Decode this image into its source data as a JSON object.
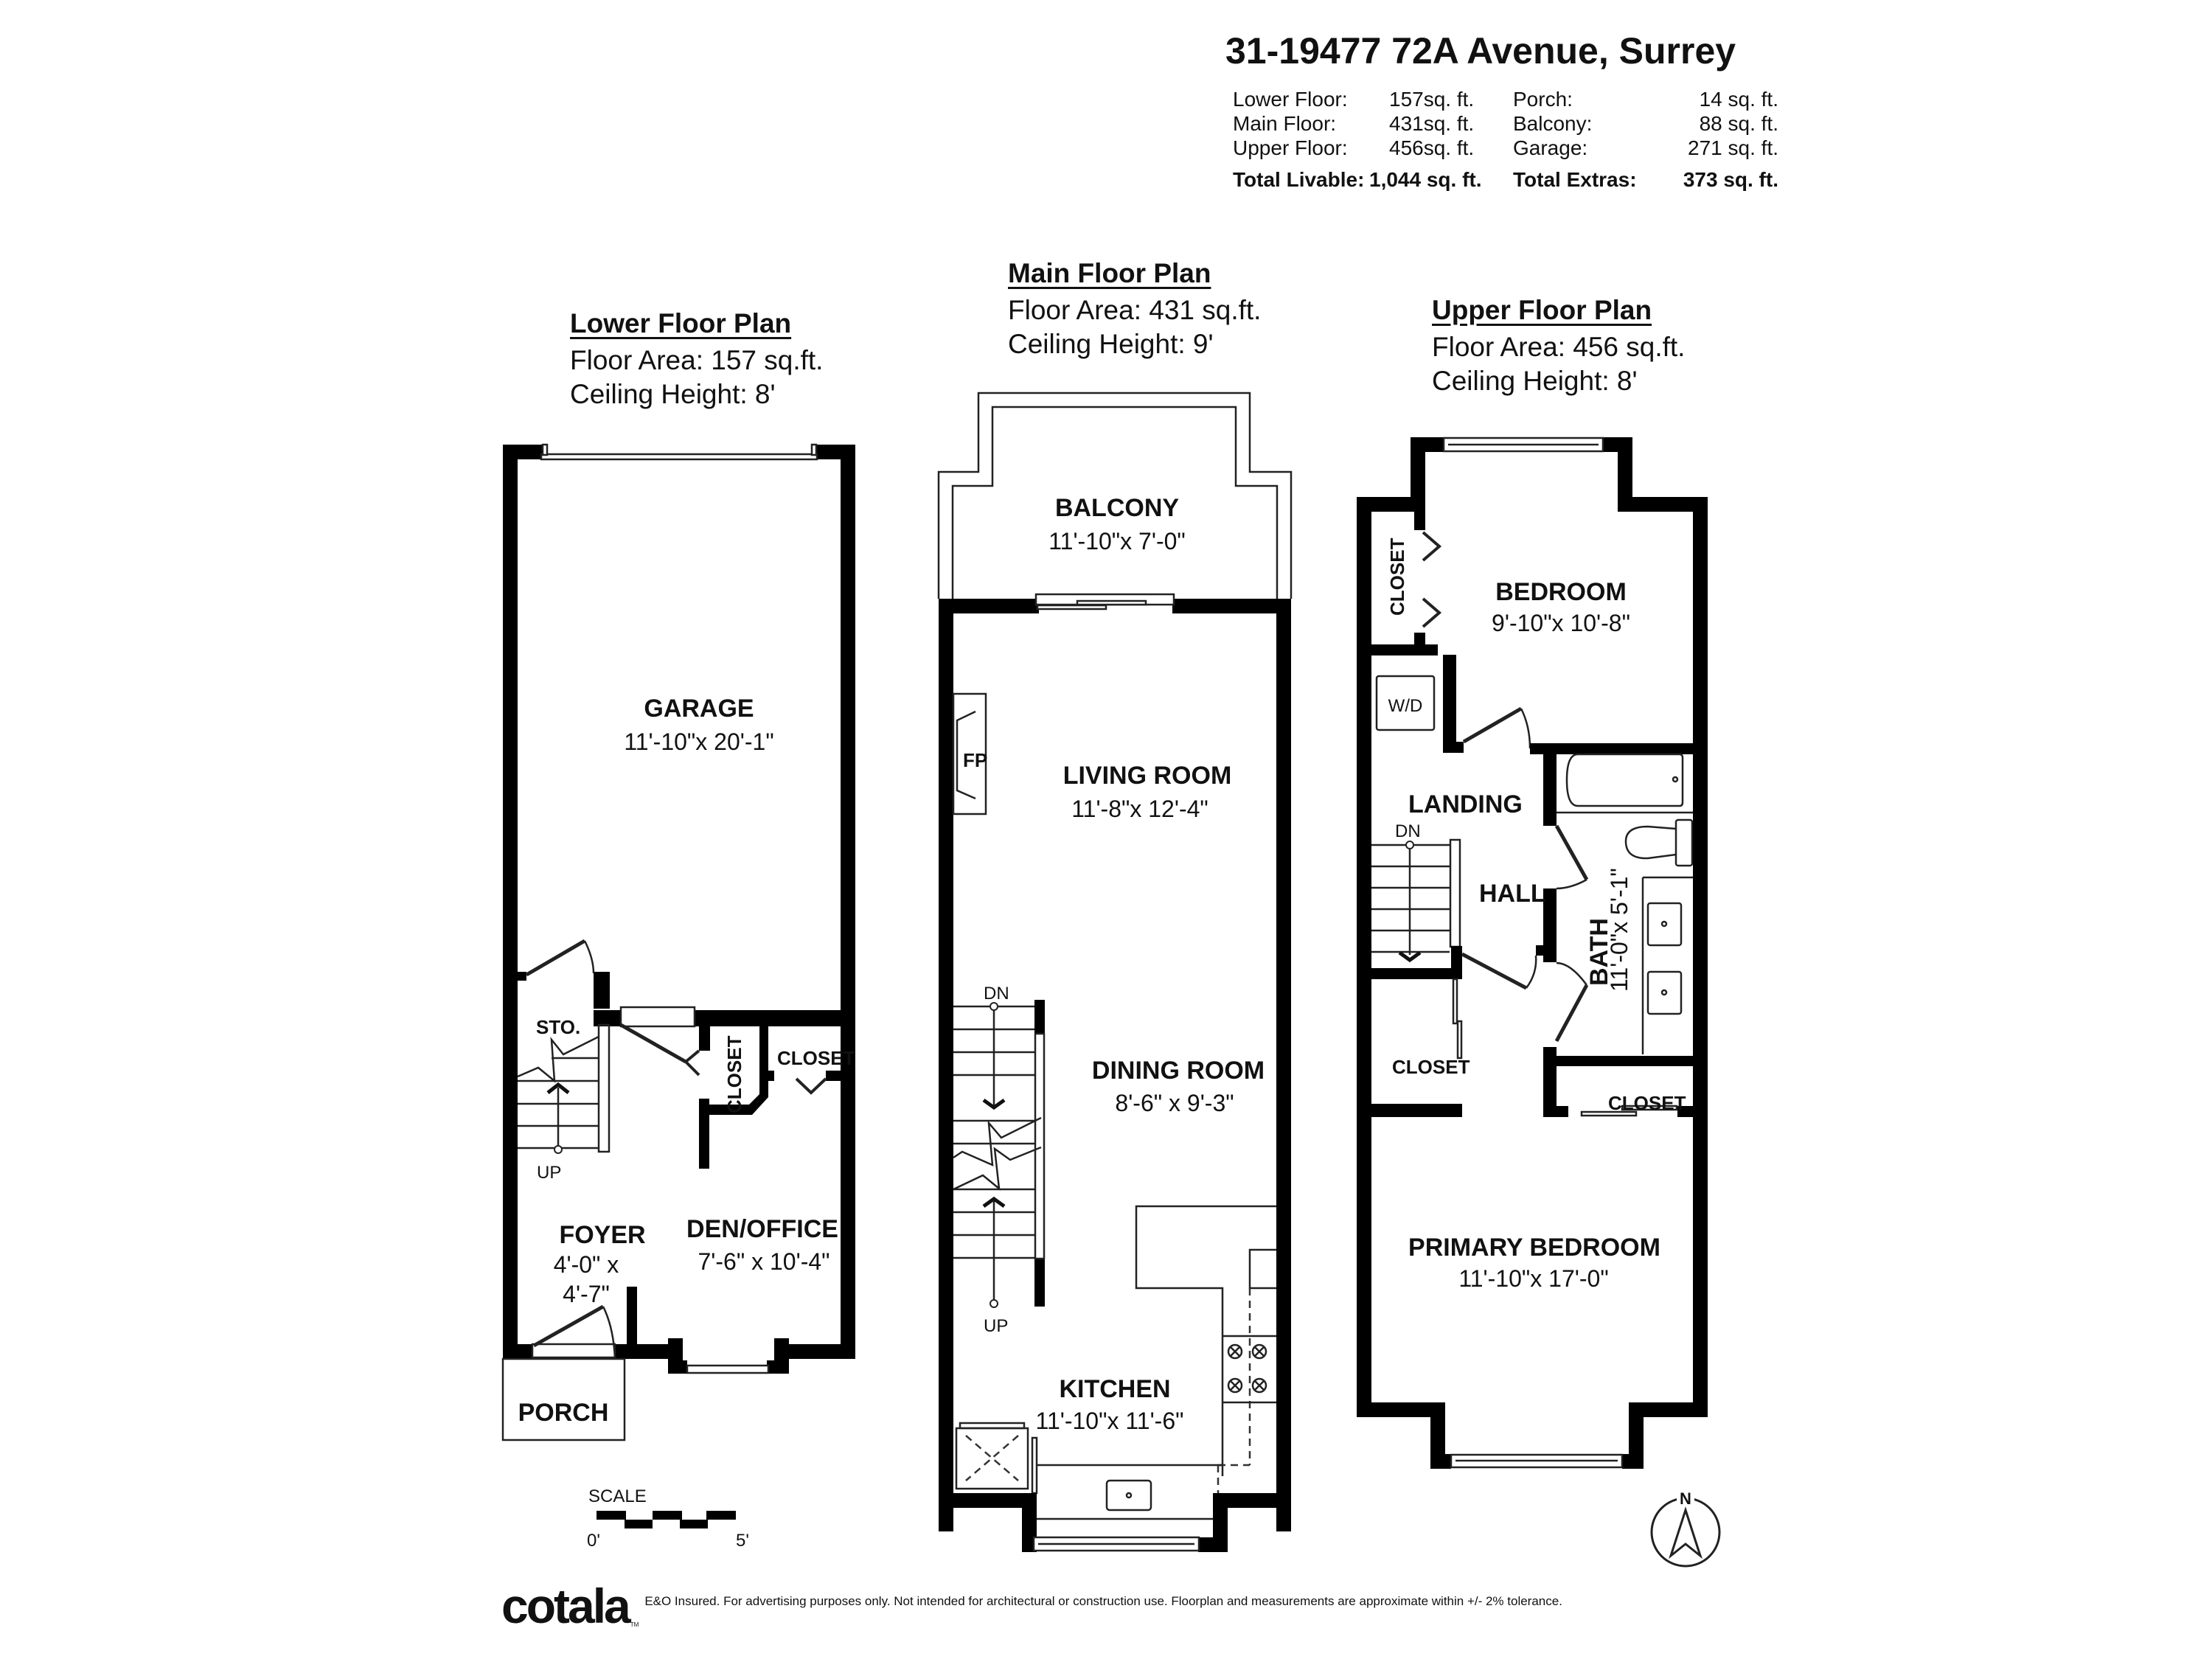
{
  "header": {
    "address": "31-19477 72A Avenue, Surrey",
    "stats": {
      "livable": [
        {
          "label": "Lower Floor:",
          "value": "157sq. ft."
        },
        {
          "label": "Main Floor:",
          "value": "431sq. ft."
        },
        {
          "label": "Upper Floor:",
          "value": "456sq. ft."
        }
      ],
      "extras": [
        {
          "label": "Porch:",
          "value": "14 sq. ft."
        },
        {
          "label": "Balcony:",
          "value": "88 sq. ft."
        },
        {
          "label": "Garage:",
          "value": "271 sq. ft."
        }
      ],
      "total_livable_label": "Total Livable:",
      "total_livable_value": "1,044 sq. ft.",
      "total_extras_label": "Total Extras:",
      "total_extras_value": "373 sq. ft."
    }
  },
  "plans": {
    "lower": {
      "title": "Lower Floor Plan",
      "floor_area": "Floor Area: 157 sq.ft.",
      "ceiling_height": "Ceiling Height: 8'",
      "rooms": {
        "garage": {
          "name": "GARAGE",
          "dims": "11'-10\"x 20'-1\""
        },
        "storage": {
          "name": "STO."
        },
        "closet_a": {
          "name": "CLOSET"
        },
        "closet_b": {
          "name": "CLOSET"
        },
        "foyer": {
          "name": "FOYER",
          "dims_line1": "4'-0\" x",
          "dims_line2": "4'-7\""
        },
        "den": {
          "name": "DEN/OFFICE",
          "dims": "7'-6\" x  10'-4\""
        },
        "porch": {
          "name": "PORCH"
        }
      },
      "stairs_label": "UP"
    },
    "main": {
      "title": "Main Floor Plan",
      "floor_area": "Floor Area: 431 sq.ft.",
      "ceiling_height": "Ceiling Height: 9'",
      "rooms": {
        "balcony": {
          "name": "BALCONY",
          "dims": "11'-10\"x 7'-0\""
        },
        "living": {
          "name": "LIVING ROOM",
          "dims": "11'-8\"x 12'-4\""
        },
        "dining": {
          "name": "DINING ROOM",
          "dims": "8'-6\" x  9'-3\""
        },
        "kitchen": {
          "name": "KITCHEN",
          "dims": "11'-10\"x 11'-6\""
        }
      },
      "fireplace_label": "FP",
      "stairs_down_label": "DN",
      "stairs_up_label": "UP"
    },
    "upper": {
      "title": "Upper Floor Plan",
      "floor_area": "Floor Area: 456 sq.ft.",
      "ceiling_height": "Ceiling Height: 8'",
      "rooms": {
        "bedroom": {
          "name": "BEDROOM",
          "dims": "9'-10\"x 10'-8\""
        },
        "closet_bed": {
          "name": "CLOSET"
        },
        "laundry": {
          "name": "W/D"
        },
        "landing": {
          "name": "LANDING"
        },
        "hall": {
          "name": "HALL"
        },
        "bath": {
          "name": "BATH",
          "dims": "11'-0\"x 5'-1\""
        },
        "closet_hall": {
          "name": "CLOSET"
        },
        "closet_primary": {
          "name": "CLOSET"
        },
        "primary": {
          "name": "PRIMARY BEDROOM",
          "dims": "11'-10\"x 17'-0\""
        }
      },
      "stairs_down_label": "DN"
    }
  },
  "scale": {
    "label": "SCALE",
    "start": "0'",
    "end": "5'"
  },
  "compass": {
    "label": "N"
  },
  "footer": {
    "logo": "cotala",
    "trademark": "TM",
    "disclaimer": "E&O Insured. For advertising purposes only. Not intended for architectural or construction use. Floorplan and measurements are approximate within +/- 2% tolerance."
  }
}
